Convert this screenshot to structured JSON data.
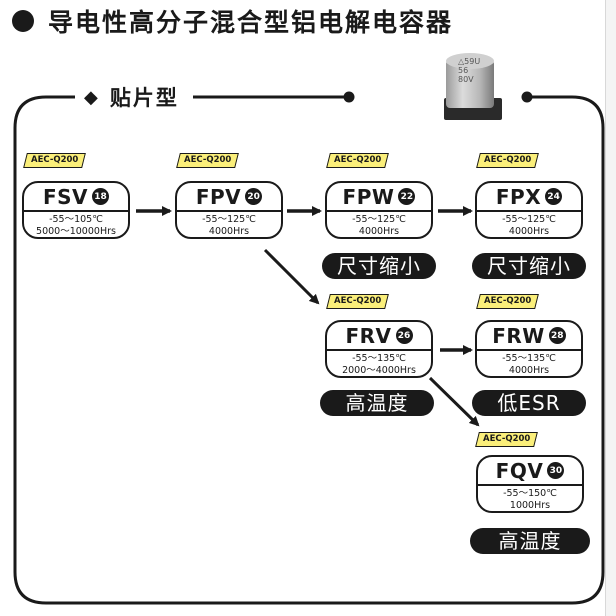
{
  "title": {
    "text": "导电性高分子混合型铝电解电容器"
  },
  "section": {
    "diamond": "◆",
    "label": "贴片型"
  },
  "capacitor_image": {
    "marking_line1": "△59U",
    "marking_line2": "56",
    "marking_line3": "80V"
  },
  "products": [
    {
      "aec": "AEC-Q200",
      "name": "FSV",
      "page": "18",
      "temp": "-55～105℃",
      "life": "5000～10000Hrs",
      "tag": ""
    },
    {
      "aec": "AEC-Q200",
      "name": "FPV",
      "page": "20",
      "temp": "-55～125℃",
      "life": "4000Hrs",
      "tag": ""
    },
    {
      "aec": "AEC-Q200",
      "name": "FPW",
      "page": "22",
      "temp": "-55～125℃",
      "life": "4000Hrs",
      "tag": "尺寸缩小"
    },
    {
      "aec": "AEC-Q200",
      "name": "FPX",
      "page": "24",
      "temp": "-55～125℃",
      "life": "4000Hrs",
      "tag": "尺寸缩小"
    },
    {
      "aec": "AEC-Q200",
      "name": "FRV",
      "page": "26",
      "temp": "-55～135℃",
      "life": "2000～4000Hrs",
      "tag": "高温度"
    },
    {
      "aec": "AEC-Q200",
      "name": "FRW",
      "page": "28",
      "temp": "-55～135℃",
      "life": "4000Hrs",
      "tag": "低ESR"
    },
    {
      "aec": "AEC-Q200",
      "name": "FQV",
      "page": "30",
      "temp": "-55～150℃",
      "life": "1000Hrs",
      "tag": "高温度"
    }
  ],
  "flow": [
    [
      "FSV",
      "FPV"
    ],
    [
      "FPV",
      "FPW"
    ],
    [
      "FPW",
      "FPX"
    ],
    [
      "FPV",
      "FRV"
    ],
    [
      "FRV",
      "FRW"
    ],
    [
      "FRV",
      "FQV"
    ]
  ],
  "colors": {
    "ink": "#1a1a1a",
    "aec_badge": "#fbef7a",
    "background": "#ffffff"
  }
}
